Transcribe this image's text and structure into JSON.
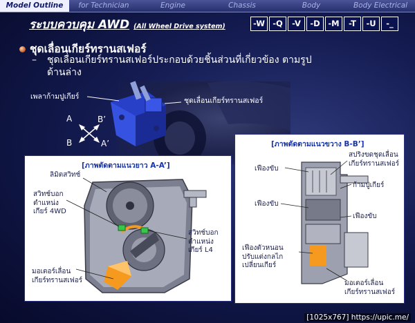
{
  "nav": {
    "tabs": [
      "Model Outline",
      "for Technician",
      "Engine",
      "Chassis",
      "Body",
      "Body Electrical"
    ],
    "active_index": 0
  },
  "title": {
    "thai": "ระบบควบคุม AWD",
    "english": "(All Wheel Drive system)"
  },
  "system_buttons": [
    "-W",
    "-Q",
    "-V",
    "-D",
    "-M",
    "-T",
    "-U",
    "-_"
  ],
  "content": {
    "bullet": "ชุดเลื่อนเกียร์ทรานสเฟอร์",
    "dash_line1": "ชุดเลื่อนเกียร์ทรานสเฟอร์ประกอบด้วยชิ้นส่วนที่เกี่ยวข้อง ตามรูป",
    "dash_line2": "ด้านล่าง"
  },
  "top_diagram": {
    "label_shift_shaft": "เพลาก้ามปูเกียร์",
    "label_actuator": "ชุดเลื่อนเกียร์ทรานสเฟอร์",
    "label_A": "A",
    "label_B": "B",
    "label_Bp": "B’",
    "label_Ap": "A’"
  },
  "panel_left": {
    "title": "[ภาพตัดตามแนวยาว A-A’]",
    "labels": {
      "limit_switch": "ลิมิตสวิทช์",
      "sw4wd_1": "สวิทช์บอก",
      "sw4wd_2": "ตำแหน่ง",
      "sw4wd_3": "เกียร์ 4WD",
      "swl4_1": "สวิทช์บอก",
      "swl4_2": "ตำแหน่ง",
      "swl4_3": "เกียร์ L4",
      "motor_1": "มอเตอร์เลื่อน",
      "motor_2": "เกียร์ทรานสเฟอร์"
    }
  },
  "panel_right": {
    "title": "[ภาพตัดตามแนวขวาง B-B’]",
    "labels": {
      "spring_1": "สปริงขดชุดเลื่อน",
      "spring_2": "เกียร์ทรานสเฟอร์",
      "gear1": "เฟืองขับ",
      "fork": "ก้ามปูเกียร์",
      "gear2": "เฟืองขับ",
      "gear3": "เฟืองขับ",
      "idle_1": "เฟืองตัวหนอน",
      "idle_2": "ปรับแต่งกลไก",
      "idle_3": "เปลี่ยนเกียร์",
      "motor_1": "มอเตอร์เลื่อน",
      "motor_2": "เกียร์ทรานสเฟอร์"
    }
  },
  "watermark": "[1025x767] https://upic.me/",
  "colors": {
    "background": "#141c52",
    "accent_orange": "#f59a1e",
    "actuator_blue": "#2840c8",
    "panel_title": "#1733a8"
  }
}
